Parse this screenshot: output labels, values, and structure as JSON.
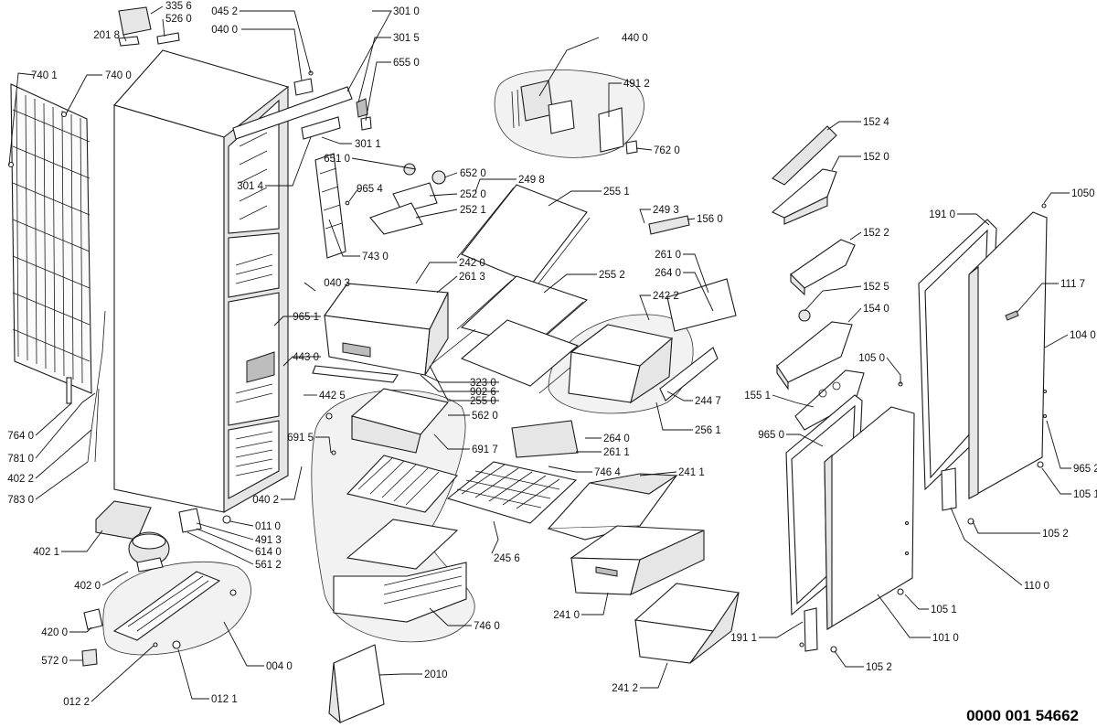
{
  "diagram": {
    "document_number": "0000 001 54662",
    "labels": {
      "l3356": "335 6",
      "l5260": "526 0",
      "l2018": "201 8",
      "l0452": "045 2",
      "l0400": "040 0",
      "l3010": "301 0",
      "l3015": "301 5",
      "l6550": "655 0",
      "l7401": "740 1",
      "l7400": "740 0",
      "l3011": "301 1",
      "l6510": "651 0",
      "l6520": "652 0",
      "l3014": "301 4",
      "l9654": "965 4",
      "l2520": "252 0",
      "l2521": "252 1",
      "l7430": "743 0",
      "l4400": "440 0",
      "l4912": "491 2",
      "l7620": "762 0",
      "l1524": "152 4",
      "l1520": "152 0",
      "l1050": "1050",
      "l1910": "191 0",
      "l2498": "249 8",
      "l2551": "255 1",
      "l2493": "249 3",
      "l1560": "156 0",
      "l1522": "152 2",
      "l2610": "261 0",
      "l2640": "264 0",
      "l0403": "040 3",
      "l2420": "242 0",
      "l2613": "261 3",
      "l2552": "255 2",
      "l2422": "242 2",
      "l1525": "152 5",
      "l1117": "111 7",
      "l1540": "154 0",
      "l9651": "965 1",
      "l1040": "104 0",
      "l4430": "443 0",
      "l3230": "323 0",
      "l9026": "902 6",
      "l2550": "255 0",
      "l1050b": "105 0",
      "l4425": "442 5",
      "l2447": "244 7",
      "l1551": "155 1",
      "l5620": "562 0",
      "l2561": "256 1",
      "l6915": "691 5",
      "l2640b": "264 0",
      "l2611": "261 1",
      "l9650": "965 0",
      "l7640": "764 0",
      "l6917": "691 7",
      "l7464": "746 4",
      "l2411": "241 1",
      "l9652": "965 2",
      "l7810": "781 0",
      "l4022": "402 2",
      "l0402": "040 2",
      "l1051": "105 1",
      "l7830": "783 0",
      "l0110": "011 0",
      "l4913": "491 3",
      "l1052": "105 2",
      "l4021": "402 1",
      "l6140": "614 0",
      "l5612": "561 2",
      "l2456": "245 6",
      "l4020": "402 0",
      "l1100": "110 0",
      "l7460": "746 0",
      "l4200": "420 0",
      "l2410": "241 0",
      "l1051b": "105 1",
      "l1010": "101 0",
      "l1911": "191 1",
      "l5720": "572 0",
      "l0040": "004 0",
      "l2010": "2010",
      "l1052b": "105 2",
      "l0122": "012 2",
      "l0121": "012 1",
      "l2412": "241 2"
    }
  }
}
